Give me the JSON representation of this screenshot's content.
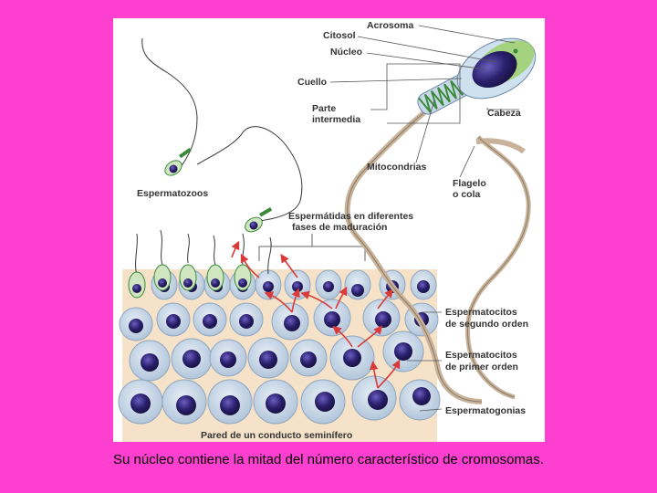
{
  "labels": {
    "acrosoma": "Acrosoma",
    "citosol": "Citosol",
    "nucleo": "Núcleo",
    "cuello": "Cuello",
    "parte_intermedia_1": "Parte",
    "parte_intermedia_2": "intermedia",
    "cabeza": "Cabeza",
    "mitocondrias": "Mitocondrias",
    "flagelo_1": "Flagelo",
    "flagelo_2": "o cola",
    "espermatozoos": "Espermatozoos",
    "espermatidas_1": "Espermátidas en diferentes",
    "espermatidas_2": "fases de maduración",
    "esp_segundo_1": "Espermatocitos",
    "esp_segundo_2": "de segundo orden",
    "esp_primer_1": "Espermatocitos",
    "esp_primer_2": "de primer orden",
    "espermatogonias": "Espermatogonias",
    "pared": "Pared de un conducto seminífero"
  },
  "caption": "Su núcleo contiene la mitad del número característico de cromosomas.",
  "colors": {
    "background": "#ff3fd0",
    "tissue": "#f6e2c8",
    "cell": "#c9d8e8",
    "nucleus": "#2a1f6b",
    "acrosome": "#9ccf6a",
    "mitochondria": "#3a8a3a",
    "arrow": "#d93a3a"
  }
}
